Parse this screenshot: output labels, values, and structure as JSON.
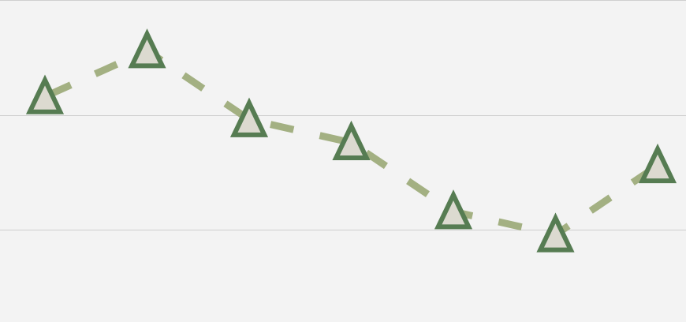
{
  "chart_data": {
    "type": "line",
    "title": "",
    "xlabel": "",
    "ylabel": "",
    "x": [
      1,
      2,
      3,
      4,
      5,
      6,
      7
    ],
    "series": [
      {
        "values": [
          0.58,
          0.78,
          0.48,
          0.38,
          0.08,
          -0.02,
          0.28
        ]
      }
    ],
    "ylim": [
      -0.4,
      1.0
    ],
    "gridlines": [
      0.0,
      0.5,
      1.0
    ],
    "grid": true,
    "legend": "none",
    "line_style": "dashed",
    "marker": "triangle",
    "colors": {
      "background": "#f3f3f3",
      "grid": "#cfcfcf",
      "line": "#a3b082",
      "marker_edge": "#567c52",
      "marker_fill": "#dcdad0"
    }
  }
}
